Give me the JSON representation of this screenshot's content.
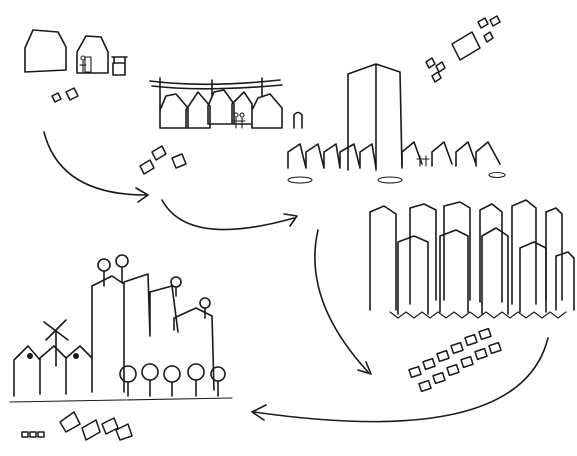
{
  "diagram": {
    "stages": [
      {
        "id": "stage-1",
        "kind": "small-houses-with-well"
      },
      {
        "id": "stage-2",
        "kind": "village-with-power-lines"
      },
      {
        "id": "stage-3",
        "kind": "single-tower-with-houses"
      },
      {
        "id": "stage-4",
        "kind": "dense-skyscrapers"
      },
      {
        "id": "stage-5",
        "kind": "green-city-with-wind-turbines"
      }
    ],
    "arrows": [
      {
        "from": "stage-1",
        "to": "stage-2"
      },
      {
        "from": "stage-2",
        "to": "stage-3"
      },
      {
        "from": "stage-3",
        "to": "stage-4"
      },
      {
        "from": "stage-4",
        "to": "stage-5"
      }
    ],
    "colors": {
      "ink": "#1a1a1a",
      "paper": "#ffffff"
    }
  }
}
